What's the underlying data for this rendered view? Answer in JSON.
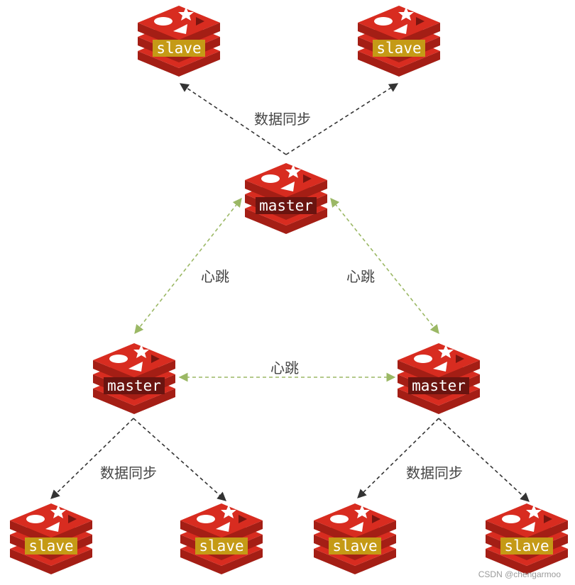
{
  "nodes": {
    "slave_top_left": "slave",
    "slave_top_right": "slave",
    "master_top": "master",
    "master_left": "master",
    "master_right": "master",
    "slave_bottom_1": "slave",
    "slave_bottom_2": "slave",
    "slave_bottom_3": "slave",
    "slave_bottom_4": "slave"
  },
  "labels": {
    "sync_top": "数据同步",
    "heartbeat_left": "心跳",
    "heartbeat_right": "心跳",
    "heartbeat_middle": "心跳",
    "sync_bottom_left": "数据同步",
    "sync_bottom_right": "数据同步"
  },
  "edges": [
    {
      "from": "master_top",
      "to": "slave_top_left",
      "kind": "sync",
      "arrow": "end"
    },
    {
      "from": "master_top",
      "to": "slave_top_right",
      "kind": "sync",
      "arrow": "end"
    },
    {
      "from": "master_top",
      "to": "master_left",
      "kind": "heartbeat",
      "arrow": "both"
    },
    {
      "from": "master_top",
      "to": "master_right",
      "kind": "heartbeat",
      "arrow": "both"
    },
    {
      "from": "master_left",
      "to": "master_right",
      "kind": "heartbeat",
      "arrow": "both"
    },
    {
      "from": "master_left",
      "to": "slave_bottom_1",
      "kind": "sync",
      "arrow": "end"
    },
    {
      "from": "master_left",
      "to": "slave_bottom_2",
      "kind": "sync",
      "arrow": "end"
    },
    {
      "from": "master_right",
      "to": "slave_bottom_3",
      "kind": "sync",
      "arrow": "end"
    },
    {
      "from": "master_right",
      "to": "slave_bottom_4",
      "kind": "sync",
      "arrow": "end"
    }
  ],
  "colors": {
    "sync_edge": "#333333",
    "heartbeat_edge": "#9bb865",
    "logo_red": "#d82c20",
    "logo_dark": "#a41e15",
    "slave_tag": "#c59a16",
    "master_tag": "#6b1410"
  },
  "icons": [
    "redis-logo-icon"
  ],
  "watermark": "CSDN @chengarmoo"
}
